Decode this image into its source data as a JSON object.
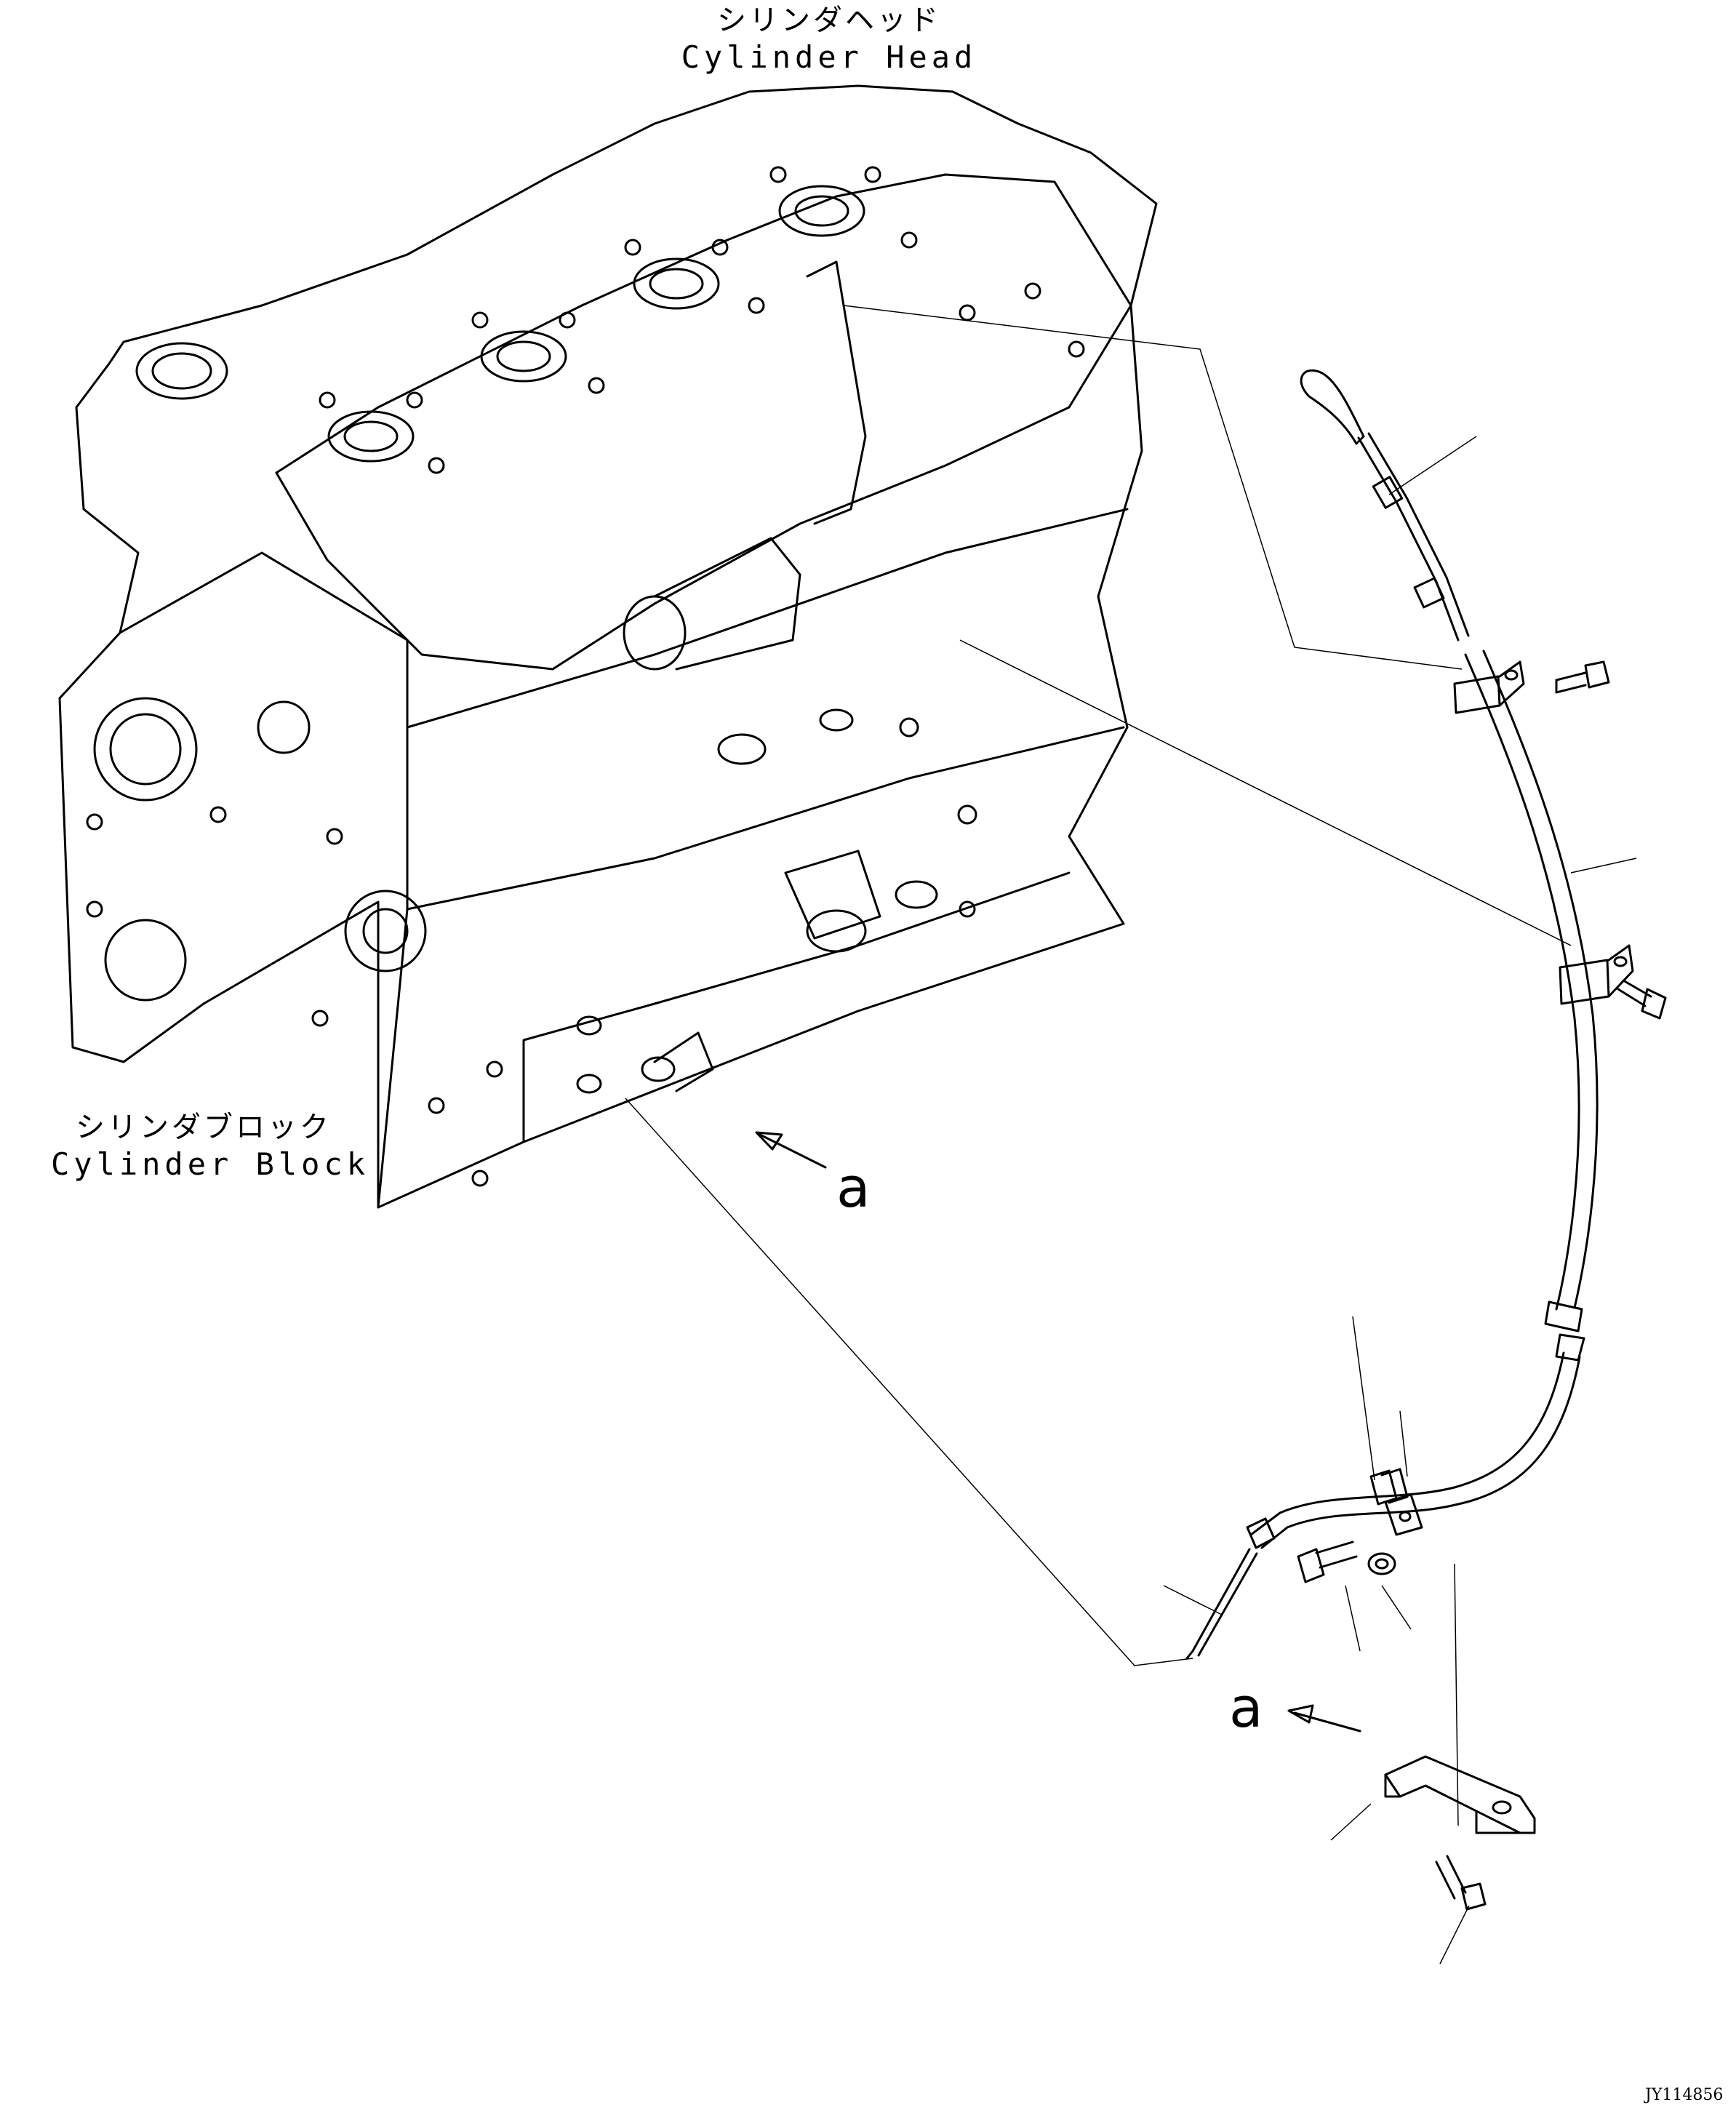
{
  "labels": {
    "cylinder_head_jp": "シリンダヘッド",
    "cylinder_head_en": "Cylinder Head",
    "cylinder_block_jp": "シリンダブロック",
    "cylinder_block_en": "Cylinder Block",
    "view_a_engine": "a",
    "view_a_bracket": "a"
  },
  "drawing_code": "JY114856",
  "colors": {
    "line": "#000000",
    "background": "#ffffff"
  }
}
